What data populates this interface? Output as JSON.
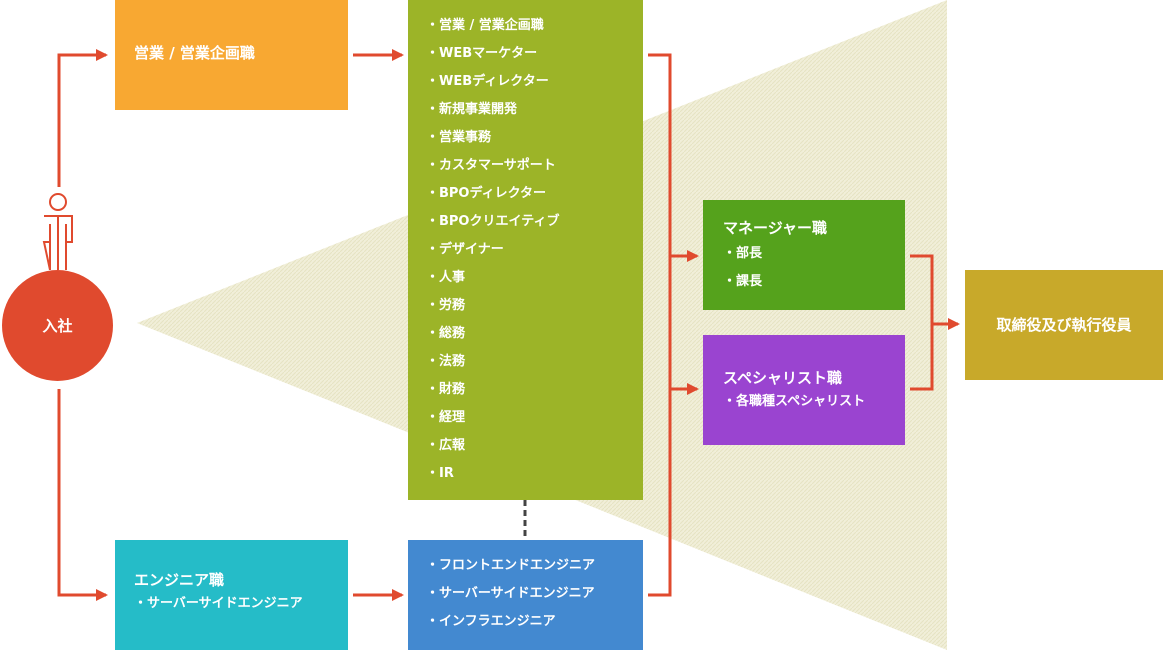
{
  "colors": {
    "arrow": "#E04A2E",
    "sales_box": "#F8A832",
    "engineer_box": "#25BCC8",
    "jobs_box": "#9CB428",
    "eng_jobs_box": "#4389D0",
    "manager_box": "#55A21C",
    "specialist_box": "#9A44D0",
    "executive_box": "#C8A92A",
    "funnel": "#EFEDD6"
  },
  "start": {
    "label": "入社",
    "icon": "person-icon"
  },
  "sales": {
    "title": "営業 / 営業企画職"
  },
  "engineer": {
    "title": "エンジニア職",
    "item": "・サーバーサイドエンジニア"
  },
  "jobs": [
    "・営業 / 営業企画職",
    "・WEBマーケター",
    "・WEBディレクター",
    "・新規事業開発",
    "・営業事務",
    "・カスタマーサポート",
    "・BPOディレクター",
    "・BPOクリエイティブ",
    "・デザイナー",
    "・人事",
    "・労務",
    "・総務",
    "・法務",
    "・財務",
    "・経理",
    "・広報",
    "・IR"
  ],
  "eng_jobs": [
    "・フロントエンドエンジニア",
    "・サーバーサイドエンジニア",
    "・インフラエンジニア"
  ],
  "manager": {
    "title": "マネージャー職",
    "items": [
      "・部長",
      "・課長"
    ]
  },
  "specialist": {
    "title": "スペシャリスト職",
    "item": "・各職種スペシャリスト"
  },
  "executive": {
    "title": "取締役及び執行役員"
  }
}
